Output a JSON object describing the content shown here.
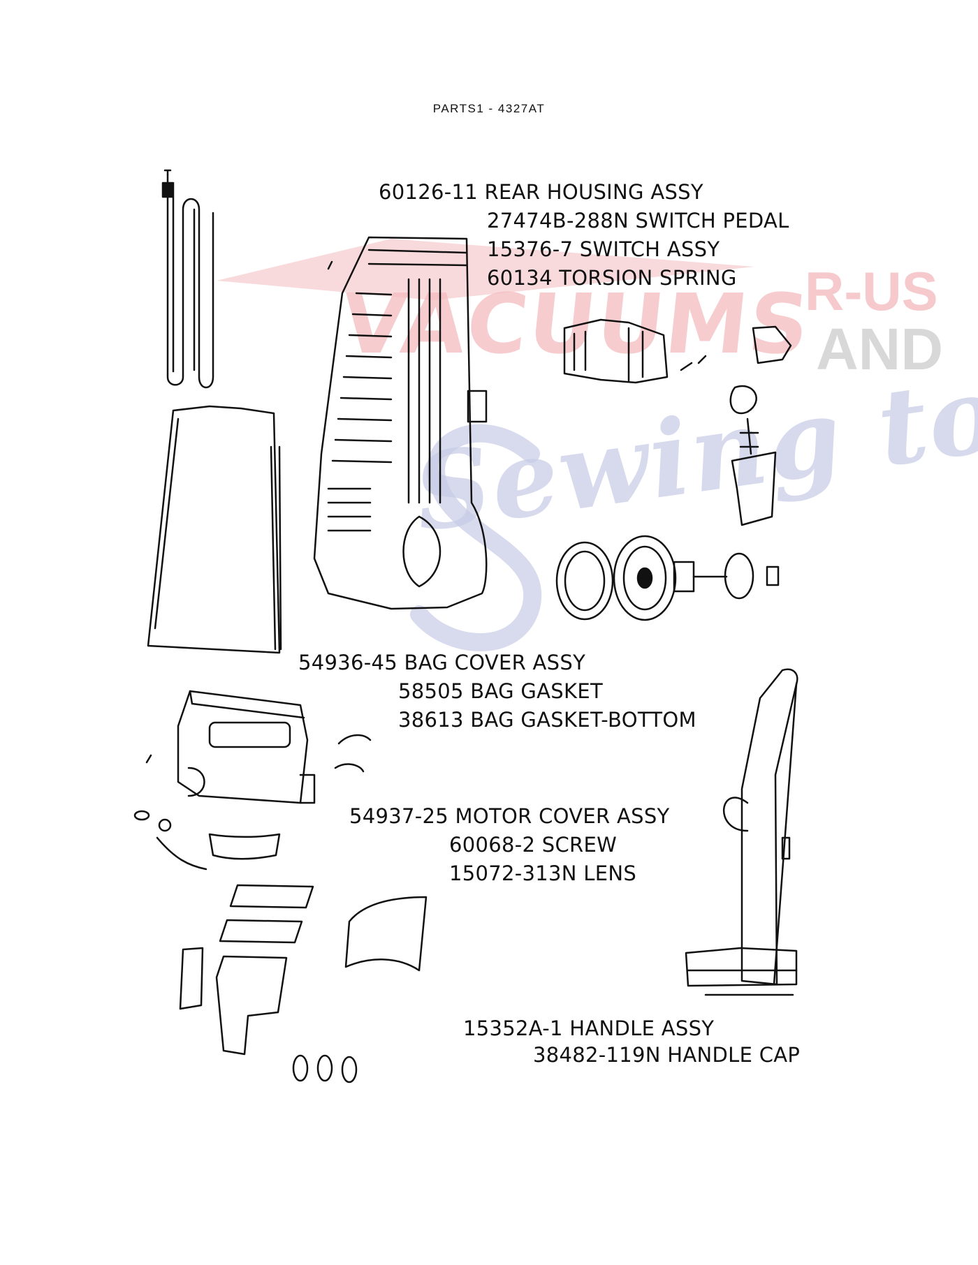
{
  "title": "PARTS1  - 4327AT",
  "watermark": {
    "word1": "VACUUMS",
    "word2": "R-US",
    "word3": "AND",
    "word4": "Sewing too",
    "colors": {
      "red": "#f4bcc0",
      "gray": "#d2d2d2",
      "blue": "#c7cbe6"
    }
  },
  "groups": [
    {
      "lines": [
        "60126-11 REAR HOUSING ASSY",
        "27474B-288N SWITCH PEDAL",
        "15376-7 SWITCH ASSY",
        "60134 TORSION SPRING"
      ]
    },
    {
      "lines": [
        "54936-45 BAG COVER ASSY",
        "58505 BAG GASKET",
        "38613 BAG GASKET-BOTTOM"
      ]
    },
    {
      "lines": [
        "54937-25 MOTOR COVER ASSY",
        "60068-2 SCREW",
        "15072-313N LENS"
      ]
    },
    {
      "lines": [
        "15352A-1 HANDLE ASSY",
        "38482-119N HANDLE CAP"
      ]
    }
  ],
  "icons": {
    "cord": "power-cord-icon",
    "bag_cover": "bag-cover-icon",
    "rear_housing": "rear-housing-icon",
    "switch": "switch-assembly-icon",
    "motor": "motor-icon",
    "motor_cover": "motor-cover-icon",
    "handle": "handle-icon"
  }
}
